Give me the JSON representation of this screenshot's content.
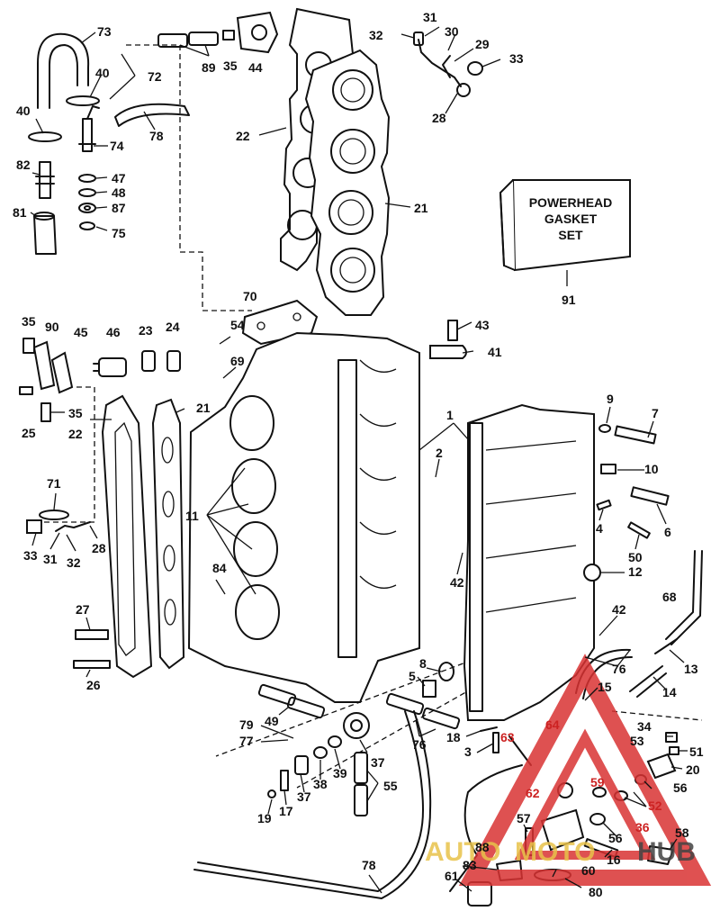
{
  "gasket_box": {
    "line1": "POWERHEAD",
    "line2": "GASKET",
    "line3": "SET",
    "ref": "91"
  },
  "labels": {
    "n73": "73",
    "n40a": "40",
    "n72": "72",
    "n40b": "40",
    "n78a": "78",
    "n74": "74",
    "n82": "82",
    "n47": "47",
    "n48": "48",
    "n87": "87",
    "n81": "81",
    "n75": "75",
    "n89": "89",
    "n35a": "35",
    "n44": "44",
    "n22a": "22",
    "n21a": "21",
    "n31a": "31",
    "n32a": "32",
    "n30": "30",
    "n29": "29",
    "n33a": "33",
    "n28a": "28",
    "n70": "70",
    "n54": "54",
    "n69": "69",
    "n43": "43",
    "n41": "41",
    "n35b": "35",
    "n90": "90",
    "n45": "45",
    "n46": "46",
    "n23": "23",
    "n24": "24",
    "n25": "25",
    "n35c": "35",
    "n22b": "22",
    "n21b": "21",
    "n71": "71",
    "n33b": "33",
    "n31b": "31",
    "n32b": "32",
    "n28b": "28",
    "n11": "11",
    "n84": "84",
    "n27": "27",
    "n26": "26",
    "n1": "1",
    "n2": "2",
    "n9": "9",
    "n7": "7",
    "n10": "10",
    "n4": "4",
    "n6": "6",
    "n50": "50",
    "n12": "12",
    "n42a": "42",
    "n42b": "42",
    "n68": "68",
    "n76a": "76",
    "n13": "13",
    "n14": "14",
    "n15": "15",
    "n8": "8",
    "n5": "5",
    "n18": "18",
    "n3": "3",
    "n49": "49",
    "n79": "79",
    "n77": "77",
    "n37a": "37",
    "n39": "39",
    "n38": "38",
    "n37b": "37",
    "n17": "17",
    "n19": "19",
    "n55": "55",
    "n76b": "76",
    "n63": "63",
    "n64": "64",
    "n62": "62",
    "n59": "59",
    "n34": "34",
    "n53": "53",
    "n51": "51",
    "n20": "20",
    "n56a": "56",
    "n52": "52",
    "n36": "36",
    "n57": "57",
    "n56b": "56",
    "n58": "58",
    "n16": "16",
    "n88": "88",
    "n83": "83",
    "n60": "60",
    "n61": "61",
    "n80": "80",
    "n78b": "78"
  },
  "watermark": {
    "text_a": "AUTO",
    "text_b": "MOTO",
    "text_c": "HUB",
    "color": "#d93333"
  }
}
